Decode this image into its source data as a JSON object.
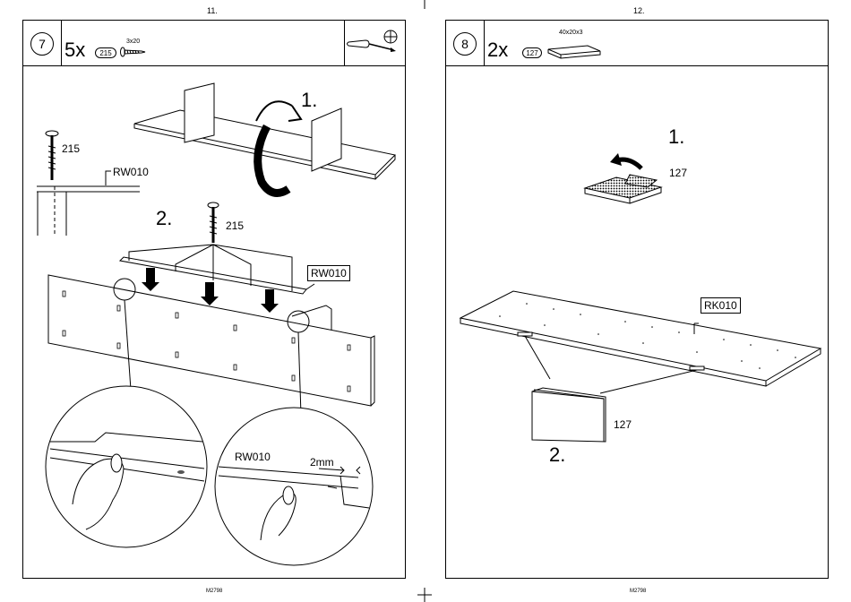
{
  "pages": [
    {
      "page_number": "11.",
      "step": "7",
      "quantity": "5x",
      "part_number": "215",
      "screw_size": "3x20",
      "tools": [
        "screwdriver-icon",
        "cross-bit-icon"
      ],
      "labels": {
        "screw_detail_part": "215",
        "screw_detail_panel": "RW010",
        "substep_2": "2.",
        "screw_top_part": "215",
        "panel_callout": "RW010",
        "substep_1": "1.",
        "detail_panel": "RW010",
        "gap": "2mm"
      },
      "footer_code": "M2798"
    },
    {
      "page_number": "12.",
      "step": "8",
      "quantity": "2x",
      "part_number": "127",
      "pad_size": "40x20x3",
      "labels": {
        "substep_1": "1.",
        "pad_top_part": "127",
        "panel_callout": "RK010",
        "pad_bottom_part": "127",
        "substep_2": "2."
      },
      "footer_code": "M2798"
    }
  ]
}
